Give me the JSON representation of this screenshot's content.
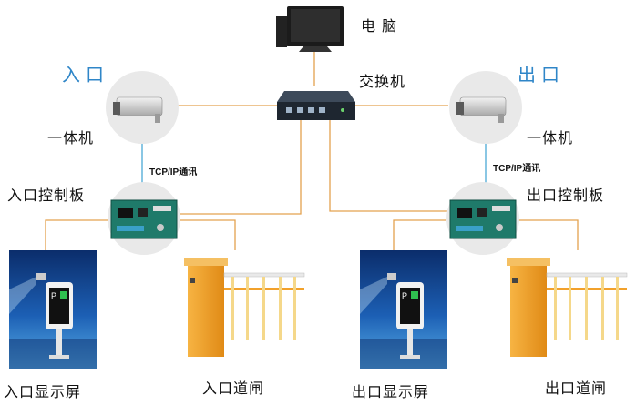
{
  "labels": {
    "computer": "电 脑",
    "switch": "交换机",
    "entrance": "入口",
    "exit": "出口",
    "camera_left": "一体机",
    "camera_right": "一体机",
    "tcp_left": "TCP/IP通讯",
    "tcp_right": "TCP/IP通讯",
    "ctrl_left": "入口控制板",
    "ctrl_right": "出口控制板",
    "display_left": "入口显示屏",
    "gate_left": "入口道闸",
    "display_right": "出口显示屏",
    "gate_right": "出口道闸"
  },
  "colors": {
    "wire_orange": "#e3a24f",
    "wire_blue": "#4aa9d6",
    "accent_blue": "#2f86c8",
    "gate_orange": "#f2a12b",
    "board_green": "#1f7a6a"
  },
  "icons": [
    "computer-icon",
    "network-switch-icon",
    "camera-icon",
    "control-board-icon",
    "led-display-icon",
    "barrier-gate-icon"
  ]
}
